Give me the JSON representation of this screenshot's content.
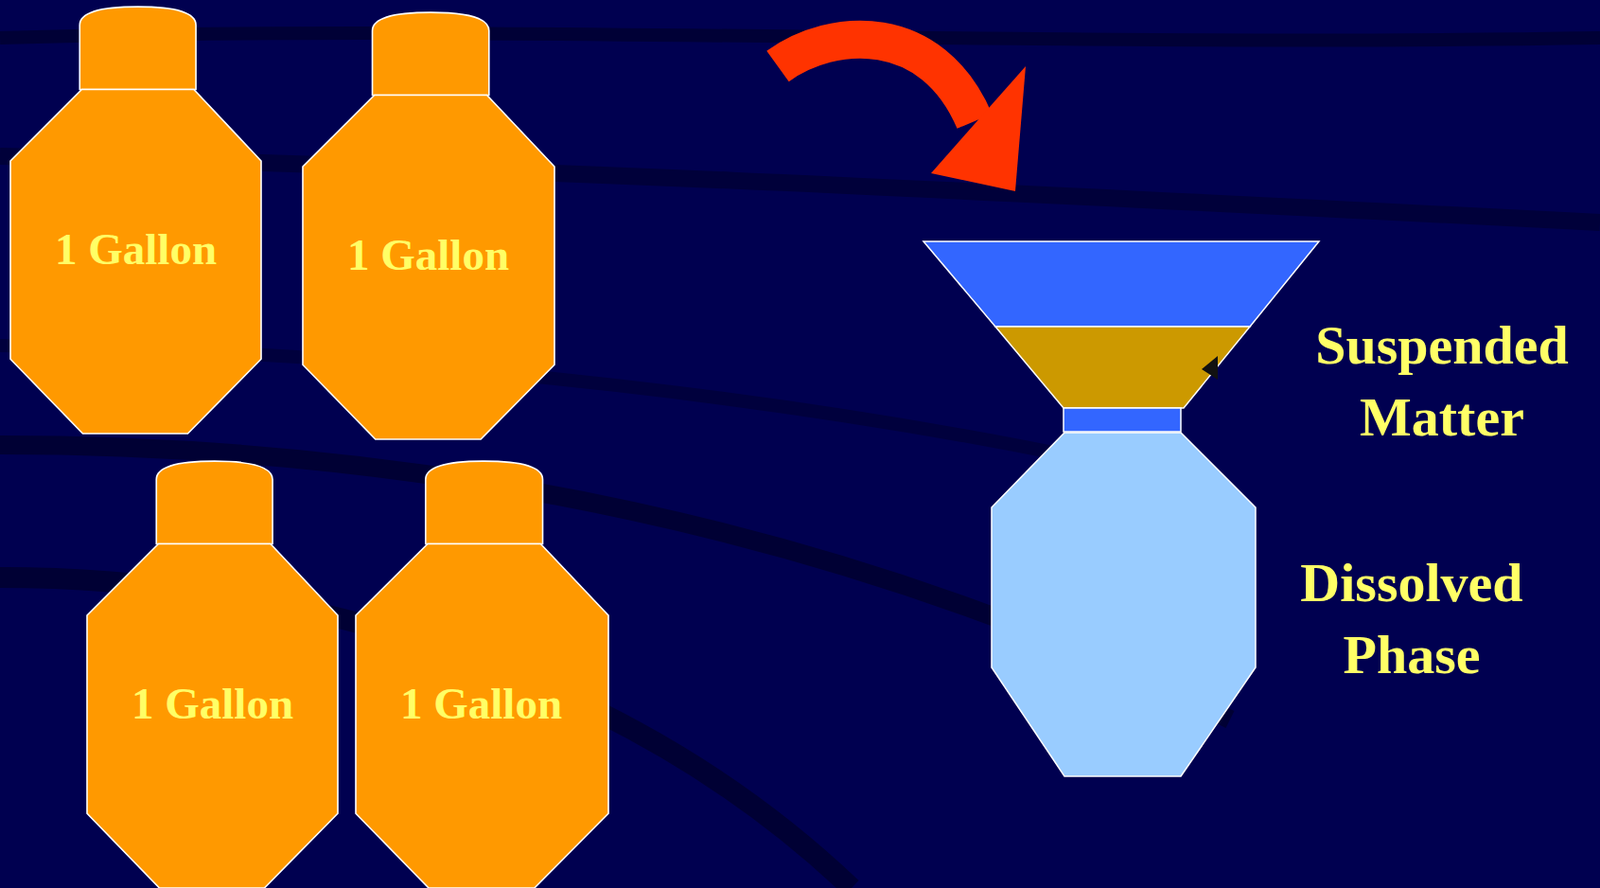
{
  "diagram": {
    "nodes": [
      {
        "text": [
          "1 Gallon"
        ]
      },
      {
        "text": [
          "1 Gallon"
        ]
      },
      {
        "text": [
          "1 Gallon"
        ]
      },
      {
        "text": [
          "1 Gallon"
        ]
      },
      {
        "text": [
          "Suspended Matter"
        ]
      },
      {
        "text": [
          "Dissolved Phase"
        ]
      }
    ]
  }
}
